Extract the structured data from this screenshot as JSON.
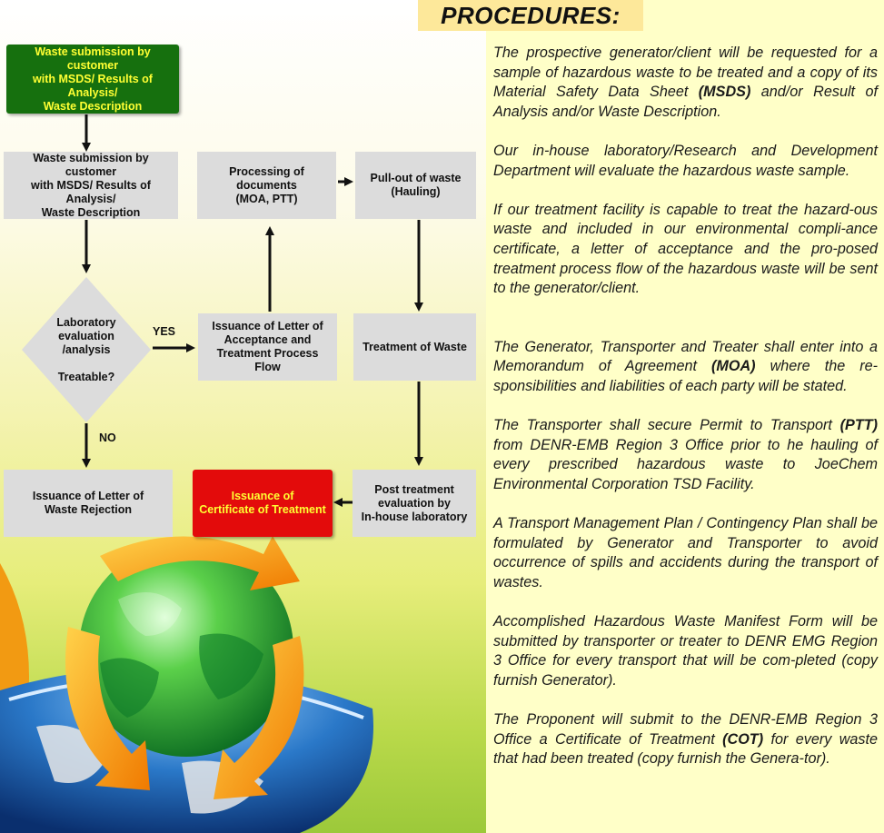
{
  "title": "PROCEDURES:",
  "flowchart": {
    "step_submission_first": "Waste submission by customer\nwith MSDS/ Results of Analysis/\nWaste Description",
    "step_submission": "Waste submission by customer\nwith MSDS/ Results of Analysis/\nWaste Description",
    "step_documents": "Processing of documents\n(MOA, PTT)",
    "step_pullout": "Pull-out of waste\n(Hauling)",
    "decision": "Laboratory\nevaluation\n/analysis\n\nTreatable?",
    "step_acceptance": "Issuance of Letter of\nAcceptance and\nTreatment Process Flow",
    "step_treatment": "Treatment of Waste",
    "step_rejection": "Issuance of Letter of\nWaste Rejection",
    "step_certificate": "Issuance of\nCertificate of Treatment",
    "step_post_eval": "Post treatment\nevaluation by\nIn-house laboratory",
    "label_yes": "YES",
    "label_no": "NO"
  },
  "procedures": [
    {
      "before": "The prospective generator/client will be requested for a sample of hazardous waste to be treated and a copy of its Material Safety Data Sheet ",
      "bold": "(MSDS)",
      "after": " and/or Result of Analysis and/or Waste Description."
    },
    {
      "before": "Our in-house laboratory/Research and Development Department will evaluate the hazardous waste sample.",
      "bold": "",
      "after": ""
    },
    {
      "before": "If our treatment facility is capable to treat the hazard-ous waste and included in our environmental compli-ance certificate, a letter of acceptance and the pro-posed treatment process flow of the hazardous waste will be sent to the generator/client.",
      "bold": "",
      "after": ""
    },
    {
      "before": "The Generator, Transporter and Treater shall enter into a Memorandum of Agreement ",
      "bold": "(MOA)",
      "after": " where the re-sponsibilities and liabilities of each party will be stated."
    },
    {
      "before": "The Transporter shall secure Permit to Transport ",
      "bold": "(PTT)",
      "after": " from DENR-EMB Region 3 Office prior to he hauling of every prescribed hazardous waste to JoeChem Environmental Corporation TSD Facility."
    },
    {
      "before": "A Transport Management Plan / Contingency Plan shall be formulated by Generator and Transporter to avoid occurrence of spills and accidents during the transport of wastes.",
      "bold": "",
      "after": ""
    },
    {
      "before": "Accomplished Hazardous Waste Manifest Form will be submitted by transporter or treater to DENR EMG Region 3 Office for every transport that will be com-pleted (copy furnish Generator).",
      "bold": "",
      "after": ""
    },
    {
      "before": "The Proponent will submit to the DENR-EMB Region 3 Office a Certificate of Treatment ",
      "bold": "(COT)",
      "after": " for every waste that had been treated (copy furnish the Genera-tor)."
    }
  ],
  "colors": {
    "box_gray": "#dcdcdc",
    "box_green": "#16700e",
    "box_red": "#e30b0b",
    "box_highlight_text": "#ffff33",
    "right_panel": "#ffffc8",
    "title_banner": "#fde89a"
  }
}
